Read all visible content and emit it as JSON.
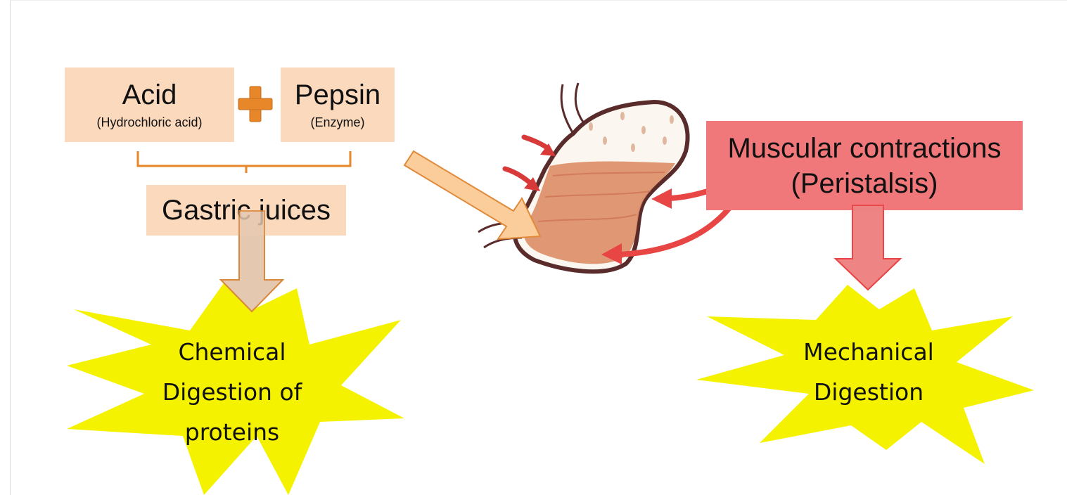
{
  "inputs": {
    "acid": {
      "title": "Acid",
      "subtitle": "(Hydrochloric acid)"
    },
    "pepsin": {
      "title": "Pepsin",
      "subtitle": "(Enzyme)"
    }
  },
  "gastric_juices": "Gastric juices",
  "muscular": {
    "line1": "Muscular contractions",
    "line2": "(Peristalsis)"
  },
  "chemical": {
    "line1": "Chemical",
    "line2": "Digestion of",
    "line3": "proteins"
  },
  "mechanical": {
    "line1": "Mechanical",
    "line2": "Digestion"
  },
  "colors": {
    "peach_box": "#fad9bd",
    "plus": "#e8872a",
    "bracket": "#e8872a",
    "red_box": "#f0787a",
    "starburst": "#f5f200",
    "red_arrow": "#e84545"
  },
  "icons": [
    "plus-icon",
    "stomach-illustration",
    "starburst-shape",
    "arrow-down-icon",
    "arrow-diagonal-icon"
  ]
}
